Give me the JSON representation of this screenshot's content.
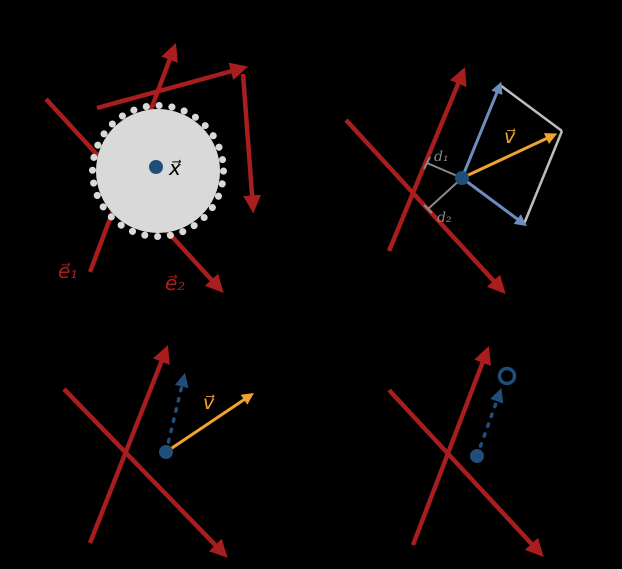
{
  "figure": {
    "background": "#000000",
    "colors": {
      "basis_red": "#A81D1D",
      "point_navy": "#1F4E79",
      "component_blue": "#6C8EBF",
      "vector_orange": "#F0A330",
      "region_gray": "#D9D9D9",
      "silver": "#BDBDBD",
      "distance_gray": "#8A8A8A",
      "label_dark": "#000000"
    },
    "panels": {
      "top_left": {
        "e1_label": "e⃗₁",
        "e2_label": "e⃗₂",
        "x_label": "x⃗"
      },
      "top_right": {
        "v_label": "v⃗",
        "d1_label": "d₁",
        "d2_label": "d₂"
      },
      "bottom_left": {
        "v_label": "v⃗"
      },
      "bottom_right": {}
    }
  }
}
